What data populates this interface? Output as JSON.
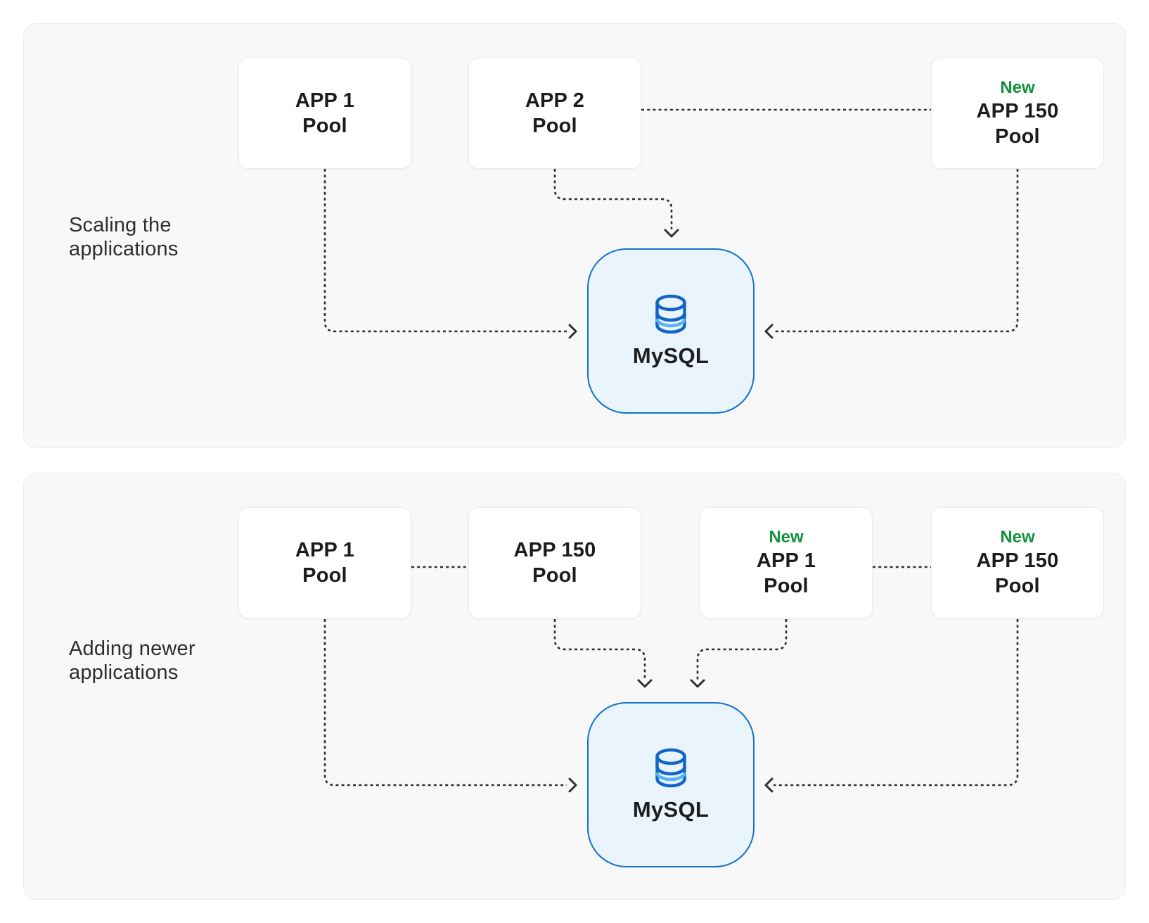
{
  "colors": {
    "badge-green": "#12913a",
    "db-border-blue": "#1273cc",
    "db-fill-blue": "#e9f4fc",
    "icon-blue-dark": "#1366c8",
    "icon-blue-light": "#5eb3f2",
    "wire-dark": "#2e2e2e"
  },
  "panels": [
    {
      "label": "Scaling the applications",
      "nodes": [
        {
          "badge": "",
          "line1": "APP 1",
          "line2": "Pool"
        },
        {
          "badge": "",
          "line1": "APP 2",
          "line2": "Pool"
        },
        {
          "badge": "New",
          "line1": "APP 150",
          "line2": "Pool"
        }
      ],
      "database": {
        "label": "MySQL"
      }
    },
    {
      "label": "Adding newer applications",
      "nodes": [
        {
          "badge": "",
          "line1": "APP 1",
          "line2": "Pool"
        },
        {
          "badge": "",
          "line1": "APP 150",
          "line2": "Pool"
        },
        {
          "badge": "New",
          "line1": "APP 1",
          "line2": "Pool"
        },
        {
          "badge": "New",
          "line1": "APP 150",
          "line2": "Pool"
        }
      ],
      "database": {
        "label": "MySQL"
      }
    }
  ]
}
